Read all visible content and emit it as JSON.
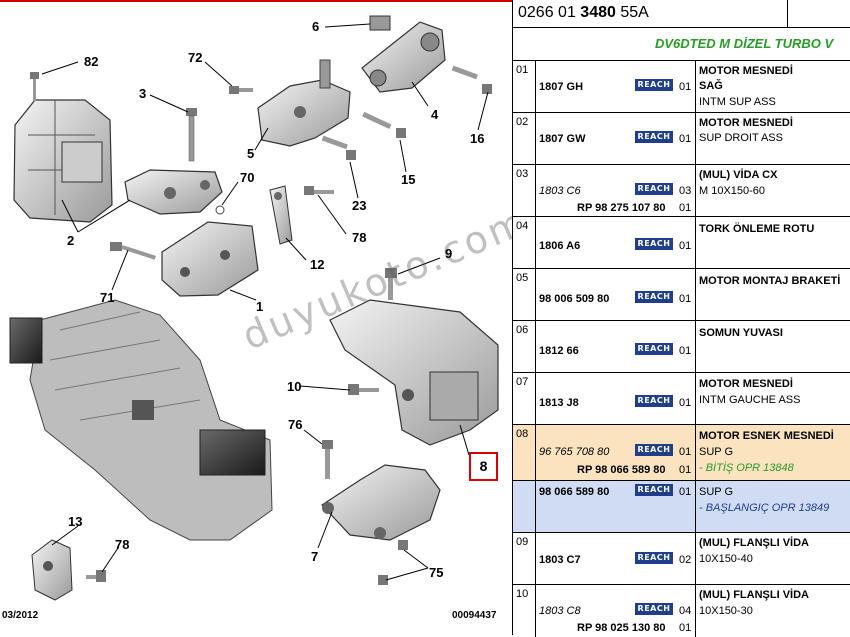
{
  "diagram": {
    "callouts": [
      "82",
      "72",
      "3",
      "6",
      "4",
      "16",
      "5",
      "15",
      "23",
      "70",
      "2",
      "78",
      "12",
      "71",
      "1",
      "9",
      "10",
      "8",
      "76",
      "13",
      "78",
      "7",
      "75"
    ],
    "date": "03/2012",
    "ref": "00094437",
    "watermark": "duyukoto.com"
  },
  "header": {
    "code_prefix": "0266 01",
    "code_bold": "3480",
    "code_suffix": "55A"
  },
  "engine": "DV6DTED M DİZEL TURBO V",
  "rows": [
    {
      "num": "01",
      "ref": "1807 GH",
      "rp": "",
      "reach": "REACH",
      "qty": "01",
      "desc": [
        "MOTOR MESNEDİ",
        "SAĞ",
        "INTM SUP ASS"
      ]
    },
    {
      "num": "02",
      "ref": "1807 GW",
      "rp": "",
      "reach": "REACH",
      "qty": "01",
      "desc": [
        "MOTOR MESNEDİ",
        "SUP DROIT ASS"
      ]
    },
    {
      "num": "03",
      "ref": "1803 C6",
      "rp": "RP 98 275 107 80",
      "reach": "REACH",
      "qty": "03",
      "qty2": "01",
      "desc": [
        "(MUL) VİDA CX",
        "M 10X150-60"
      ]
    },
    {
      "num": "04",
      "ref": "1806 A6",
      "rp": "",
      "reach": "REACH",
      "qty": "01",
      "desc": [
        "TORK ÖNLEME ROTU"
      ]
    },
    {
      "num": "05",
      "ref": "98 006 509 80",
      "rp": "",
      "reach": "REACH",
      "qty": "01",
      "desc": [
        "MOTOR MONTAJ BRAKETİ"
      ]
    },
    {
      "num": "06",
      "ref": "1812 66",
      "rp": "",
      "reach": "REACH",
      "qty": "01",
      "desc": [
        "SOMUN YUVASI"
      ]
    },
    {
      "num": "07",
      "ref": "1813 J8",
      "rp": "",
      "reach": "REACH",
      "qty": "01",
      "desc": [
        "MOTOR MESNEDİ",
        "INTM GAUCHE ASS"
      ]
    },
    {
      "num": "08",
      "ref": "96 765 708 80",
      "rp": "RP 98 066 589 80",
      "reach": "REACH",
      "qty": "01",
      "qty2": "01",
      "desc": [
        "MOTOR ESNEK MESNEDİ",
        "SUP G",
        "- BİTİŞ OPR 13848"
      ]
    },
    {
      "num": "",
      "ref": "98 066 589 80",
      "rp": "",
      "reach": "REACH",
      "qty": "01",
      "desc": [
        "SUP G",
        "- BAŞLANGIÇ OPR 13849"
      ]
    },
    {
      "num": "09",
      "ref": "1803 C7",
      "rp": "",
      "reach": "REACH",
      "qty": "02",
      "desc": [
        "(MUL) FLANŞLI VİDA",
        "10X150-40"
      ]
    },
    {
      "num": "10",
      "ref": "1803 C8",
      "rp": "RP 98 025 130 80",
      "reach": "REACH",
      "qty": "04",
      "qty2": "01",
      "desc": [
        "(MUL) FLANŞLI VİDA",
        "10X150-30"
      ]
    }
  ],
  "colors": {
    "reach": "#1f3e8c",
    "green": "#2a9a2a",
    "orange": "#fbe3c0",
    "blue": "#cfdcf3",
    "red": "#d00000"
  }
}
